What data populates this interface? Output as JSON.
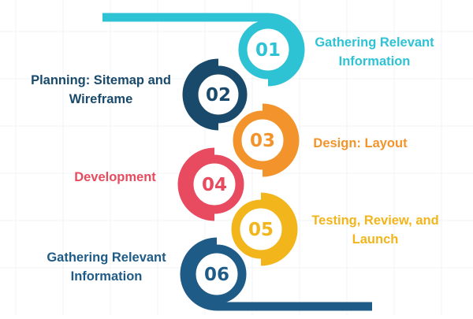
{
  "steps": [
    {
      "number": "01",
      "label": "Gathering Relevant\nInformation",
      "color": "#2ec3d4",
      "side": "right"
    },
    {
      "number": "02",
      "label": "Planning: Sitemap and\nWireframe",
      "color": "#1a4a6b",
      "side": "left"
    },
    {
      "number": "03",
      "label": "Design: Layout",
      "color": "#f2942b",
      "side": "right"
    },
    {
      "number": "04",
      "label": "Development",
      "color": "#e84a5f",
      "side": "left"
    },
    {
      "number": "05",
      "label": "Testing, Review, and\nLaunch",
      "color": "#f2b51c",
      "side": "right"
    },
    {
      "number": "06",
      "label": "Gathering Relevant\nInformation",
      "color": "#1f5b87",
      "side": "left"
    }
  ],
  "colors": {
    "background_grid": "#f1f3f5",
    "number_text": "#ffffff"
  }
}
